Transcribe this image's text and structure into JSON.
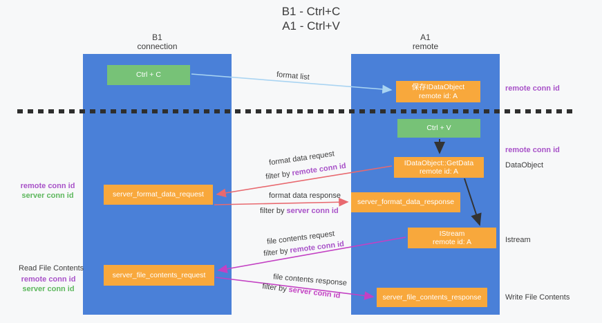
{
  "title": {
    "line1": "B1 - Ctrl+C",
    "line2": "A1 - Ctrl+V"
  },
  "columns": {
    "left": {
      "name": "B1",
      "subtitle": "connection"
    },
    "right": {
      "name": "A1",
      "subtitle": "remote"
    }
  },
  "nodes": {
    "ctrl_c": {
      "label": "Ctrl + C"
    },
    "save_idataobject": {
      "line1": "保存IDataObject",
      "line2": "remote id: A"
    },
    "ctrl_v": {
      "label": "Ctrl + V"
    },
    "idataobject_getdata": {
      "line1": "IDataObject::GetData",
      "line2": "remote id: A"
    },
    "server_format_data_request": {
      "label": "server_format_data_request"
    },
    "server_format_data_response": {
      "label": "server_format_data_response"
    },
    "istream": {
      "line1": "IStream",
      "line2": "remote id: A"
    },
    "server_file_contents_request": {
      "label": "server_file_contents_request"
    },
    "server_file_contents_response": {
      "label": "server_file_contents_response"
    }
  },
  "flow_labels": {
    "format_list": "format list",
    "format_data_request": "format data request",
    "format_data_response": "format data response",
    "file_contents_request": "file contents request",
    "file_contents_response": "file contents response",
    "filter_by": "filter by",
    "remote_conn_id": "remote conn id",
    "server_conn_id": "server conn id"
  },
  "side_labels": {
    "left": {
      "remote_conn_id": "remote conn id",
      "server_conn_id": "server conn id",
      "read_file_contents": "Read File Contents",
      "remote_conn_id_bottom": "remote conn id",
      "server_conn_id_bottom": "server conn id"
    },
    "right": {
      "remote_conn_id_top": "remote conn id",
      "remote_conn_id_mid": "remote conn id",
      "dataobject": "DataObject",
      "istream": "Istream",
      "write_file_contents": "Write File Contents"
    }
  },
  "colors": {
    "lifeline_blue": "#4a80d8",
    "box_green": "#77c277",
    "box_orange": "#f8a83c",
    "label_purple": "#a852c8",
    "label_green": "#5db75d",
    "arrow_light_blue": "#a9d4f2",
    "arrow_salmon": "#e8696f",
    "arrow_magenta": "#c341c3",
    "arrow_black": "#333333",
    "text_dark": "#3c3c3c"
  }
}
